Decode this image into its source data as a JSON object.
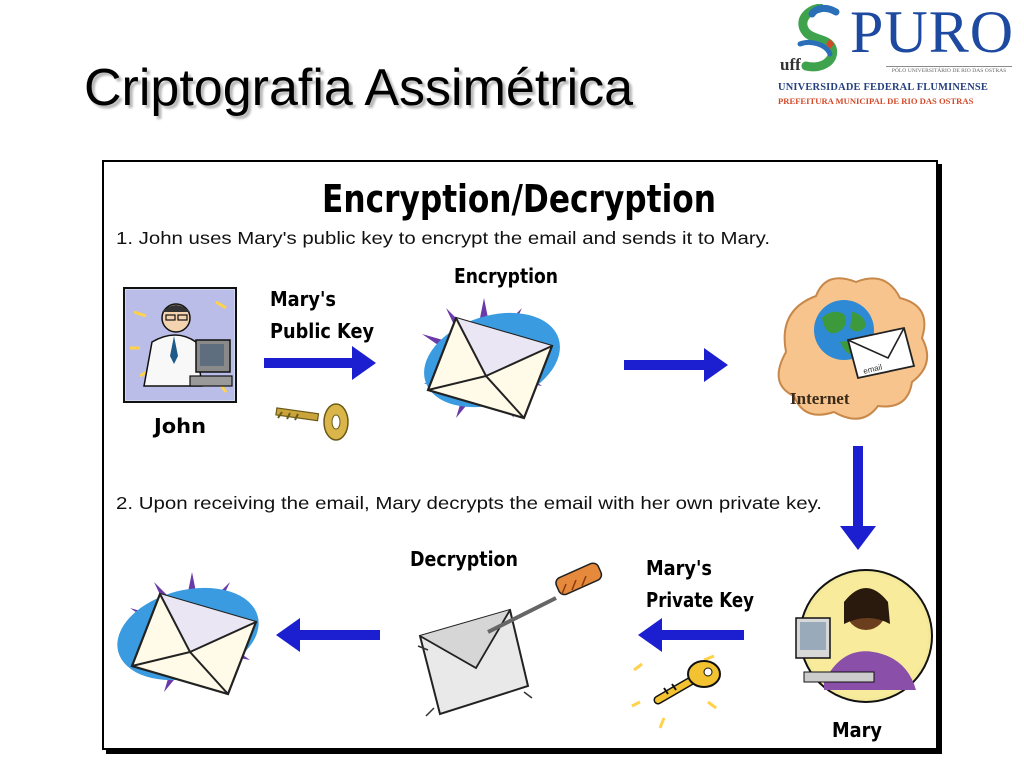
{
  "slide": {
    "title": "Criptografia Assimétrica"
  },
  "logo": {
    "wordmark": "PURO",
    "tagline": "PÓLO UNIVERSITÁRIO DE RIO DAS OSTRAS",
    "university": "UNIVERSIDADE FEDERAL FLUMINENSE",
    "prefecture": "PREFEITURA MUNICIPAL DE RIO DAS OSTRAS",
    "mark_text": "uff",
    "colors": {
      "blue": "#1d4aa0",
      "red": "#d24a2a",
      "green": "#3fa34d"
    }
  },
  "diagram": {
    "title": "Encryption/Decryption",
    "step1": "1. John uses Mary's public key to encrypt the email and sends it to Mary.",
    "step2": "2.  Upon receiving the email, Mary decrypts the email with her own private key.",
    "labels": {
      "public_key_line1": "Mary's",
      "public_key_line2": "Public Key",
      "encryption": "Encryption",
      "decryption": "Decryption",
      "private_key_line1": "Mary's",
      "private_key_line2": "Private Key",
      "john": "John",
      "mary": "Mary",
      "internet": "Internet",
      "email_tag": "email"
    },
    "colors": {
      "arrow": "#1c1fd0",
      "burst": "#6a3aa8",
      "envelope_bg": "#3b9be0",
      "key": "#f2c230"
    }
  }
}
